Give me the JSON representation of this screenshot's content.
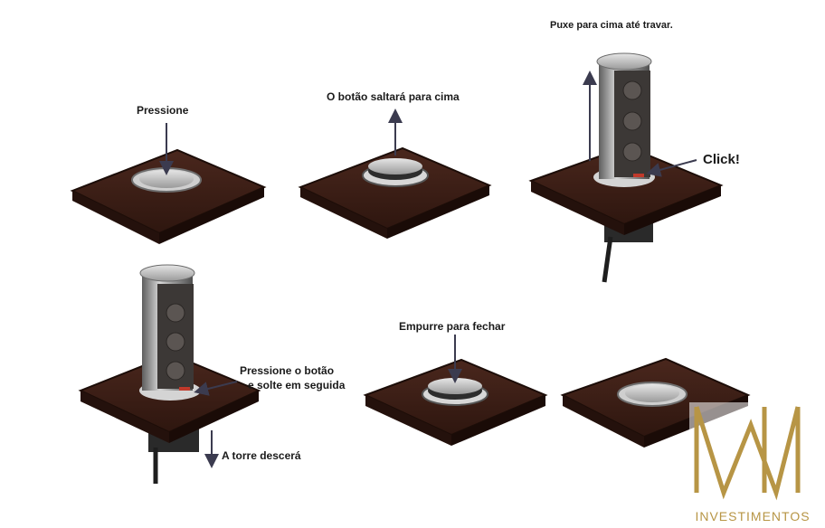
{
  "steps": {
    "press": "Pressione",
    "popup": "O botão saltará para cima",
    "pull_up": "Puxe para cima até travar.",
    "click": "Click!",
    "press_release_line1": "Pressione o botão",
    "press_release_line2": "e solte em seguida",
    "tower_down": "A torre descerá",
    "push_close": "Empurre para fechar"
  },
  "brand": {
    "name": "INVESTIMENTOS",
    "logo_icon": "wn-monogram-icon",
    "color": "#b79545"
  },
  "colors": {
    "wood": "#3a1e16",
    "wood_dark": "#24110c",
    "steel": "#8c8c8c",
    "socket": "#4a4542",
    "accent_red": "#c0392b"
  }
}
